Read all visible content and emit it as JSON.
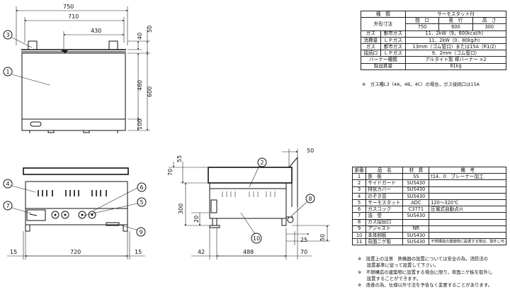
{
  "front_view": {
    "dims": {
      "overall_width": "750",
      "inner_width": "710",
      "gauge_offset": "430",
      "guard_height": "40",
      "guard_top": "50",
      "body_height": "460",
      "total_height": "600",
      "base_height": "100"
    }
  },
  "lower_front": {
    "dims": {
      "left_margin": "15",
      "center_width": "720",
      "right_margin": "15"
    }
  },
  "side_view": {
    "dims": {
      "top_offset": "55",
      "top_height": "70",
      "right_top": "50",
      "front_height": "300",
      "gap": "20",
      "back_offset": "25",
      "foot_height": "50",
      "front_margin": "42",
      "depth": "488",
      "back_margin": "70"
    }
  },
  "callouts": [
    "1",
    "2",
    "3",
    "4",
    "5",
    "6",
    "7",
    "8",
    "9",
    "10"
  ],
  "spec_table": {
    "header": [
      "種　類",
      "サーモスタット付"
    ],
    "size_label": "外形寸法",
    "size_heads": [
      "間　口",
      "奥　行",
      "高　さ"
    ],
    "size_values": [
      "750",
      "600",
      "300"
    ],
    "gas_rows": [
      {
        "group": "ガス",
        "label": "都市ガス",
        "value": "11．2kW（9，600kcal/h）"
      },
      {
        "group": "消費量",
        "label": "ＬＰガス",
        "value": "11．2kW（0．80kg/h）"
      },
      {
        "group": "ガス",
        "label": "都市ガス",
        "value": "13mm（ゴム管口）または15A（R1/2）"
      },
      {
        "group": "接続口",
        "label": "ＬＰガス",
        "value": "9．2mm（ゴム管口）"
      }
    ],
    "burner": {
      "label": "バーナー種類",
      "value": "アルタイト製 棒バーナー ×2"
    },
    "weight": {
      "label": "製品質量",
      "value": "81kg"
    }
  },
  "spec_note": "※　ガス種L3（4A，4B，4C）の場合，ガス接続口は15A",
  "parts_table": {
    "headers": [
      "部番",
      "品　名",
      "材　質",
      "備　考"
    ],
    "rows": [
      [
        "1",
        "鉄　板",
        "SS",
        "t14．0　ブレーナー加工"
      ],
      [
        "2",
        "サイドガード",
        "SUS430",
        ""
      ],
      [
        "3",
        "排気カバー",
        "SUS430",
        ""
      ],
      [
        "4",
        "のぞき窓",
        "SUS430",
        ""
      ],
      [
        "5",
        "サーモスタット",
        "ADC",
        "120～320℃"
      ],
      [
        "6",
        "ガスコック",
        "C3771",
        "圧電式自動点火"
      ],
      [
        "7",
        "油　受",
        "SUS430",
        ""
      ],
      [
        "8",
        "ガス接続口",
        "",
        ""
      ],
      [
        "9",
        "アジャスト",
        "NR",
        ""
      ],
      [
        "10",
        "本体側板",
        "SUS430",
        ""
      ],
      [
        "11",
        "背面ニゲ板",
        "SUS430",
        "不燃構造の建築物に設置する場合、取外し可"
      ]
    ]
  },
  "parts_notes": [
    "※　設置上の注意　熱機器の設置については安全の為，消防法の",
    "　　設置基準に従って設置して下さい。",
    "※　不燃構造の建築物に設置する場合に限り，背面ニゲ板を取外し",
    "　　設置することができます。",
    "※　改善の為，仕様以外寸法を予告なく変更することがあります。"
  ]
}
